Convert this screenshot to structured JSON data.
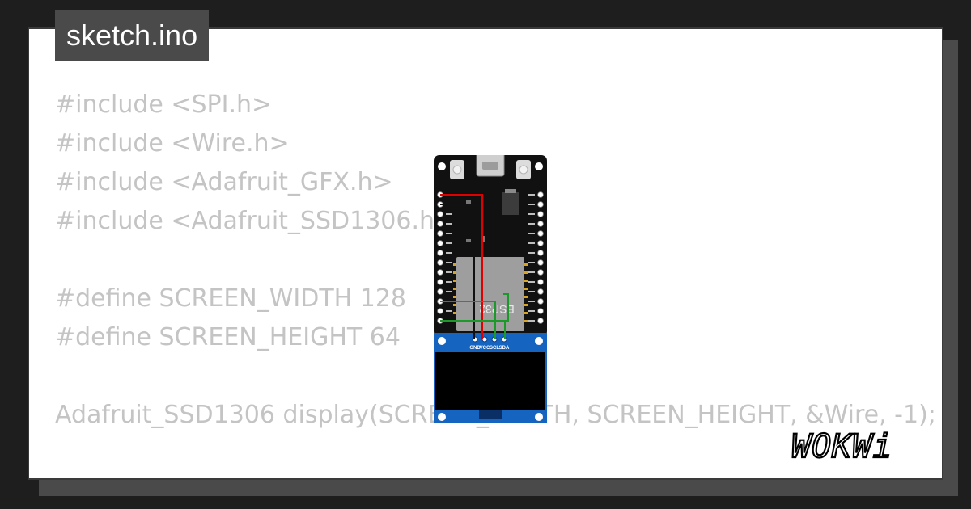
{
  "tab": {
    "filename": "sketch.ino"
  },
  "code_lines": [
    "#include <SPI.h>",
    "#include <Wire.h>",
    "#include <Adafruit_GFX.h>",
    "#include <Adafruit_SSD1306.h>",
    "",
    "#define SCREEN_WIDTH 128",
    "#define SCREEN_HEIGHT 64",
    "",
    "Adafruit_SSD1306 display(SCREEN_WIDTH, SCREEN_HEIGHT, &Wire, -1);"
  ],
  "board": {
    "chip_label": "ESP32",
    "oled_pins": [
      "GND",
      "VCC",
      "SCL",
      "SDA"
    ]
  },
  "brand": {
    "logo_text": "WOKWi"
  },
  "colors": {
    "background": "#1e1e1e",
    "card": "#ffffff",
    "code_text": "#c4c4c4",
    "tab_bg": "#4a4a4a",
    "board_pcb": "#111111",
    "module": "#9e9e9e",
    "oled_pcb": "#1565c0",
    "wire_vcc": "#e00000",
    "wire_gnd": "#111111",
    "wire_i2c": "#1b9a2a"
  }
}
